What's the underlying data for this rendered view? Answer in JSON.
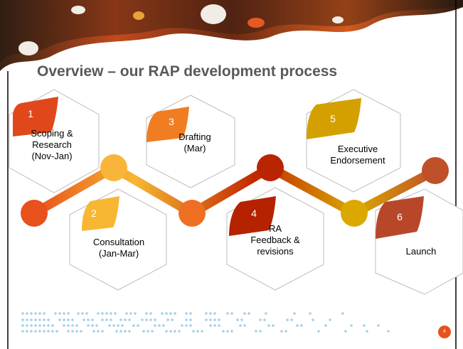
{
  "title": "Overview – our RAP development process",
  "steps": [
    {
      "number": "1",
      "label": "Scoping &\nResearch\n(Nov-Jan)",
      "color": "#e0481c"
    },
    {
      "number": "2",
      "label": "Consultation\n(Jan-Mar)",
      "color": "#f7b733"
    },
    {
      "number": "3",
      "label": "Drafting\n(Mar)",
      "color": "#f07d22"
    },
    {
      "number": "4",
      "label": "RA\nFeedback &\nrevisions",
      "color": "#b52200"
    },
    {
      "number": "5",
      "label": "Executive\nEndorsement",
      "color": "#d4a000"
    },
    {
      "number": "6",
      "label": "Launch",
      "color": "#b8472a"
    }
  ],
  "page_number": "4",
  "colors": {
    "title": "#595959",
    "dots": "#a6d0e8",
    "badge": "#e8501c",
    "border": "#000000"
  }
}
